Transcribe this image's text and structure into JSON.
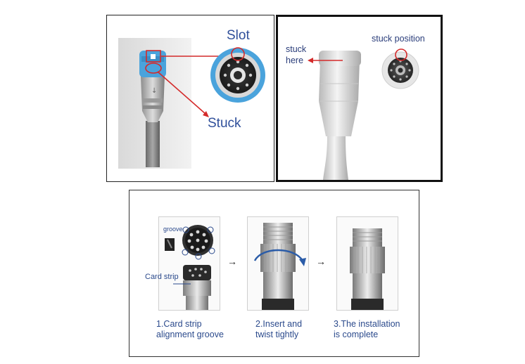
{
  "top_left_panel": {
    "slot_label": "Slot",
    "stuck_label": "Stuck"
  },
  "top_right_panel": {
    "stuck_here_line1": "stuck",
    "stuck_here_line2": "here",
    "stuck_position_label": "stuck position"
  },
  "bottom_panel": {
    "groove_label": "groove",
    "card_strip_label": "Card strip",
    "next_arrow_1": "→",
    "next_arrow_2": "→",
    "steps": [
      {
        "line1": "1.Card strip",
        "line2": "alignment groove"
      },
      {
        "line1": "2.Insert and",
        "line2": "twist tightly"
      },
      {
        "line1": "3.The installation",
        "line2": "is complete"
      }
    ]
  },
  "colors": {
    "annotation_red": "#d42a2a",
    "label_blue": "#2f4f9a",
    "ring_blue": "#4aa3dc"
  }
}
